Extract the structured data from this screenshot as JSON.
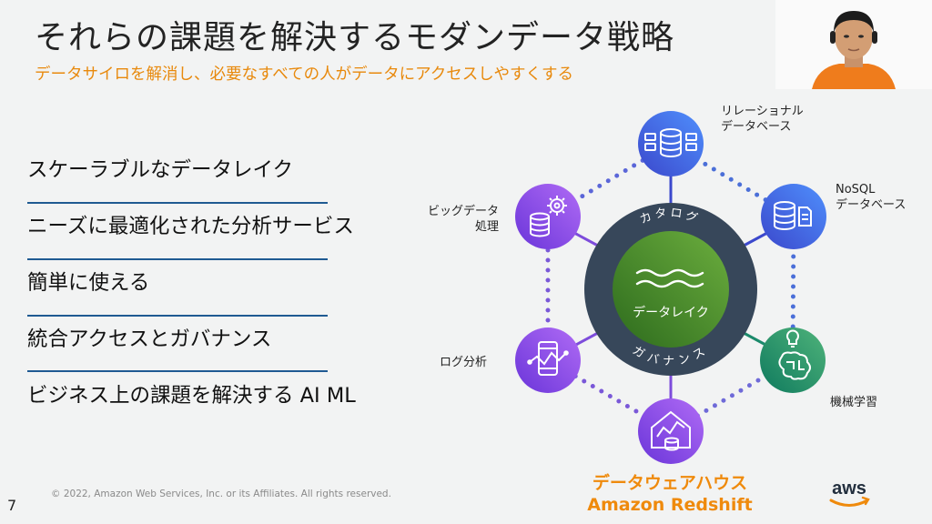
{
  "slide": {
    "title": "それらの課題を解決するモダンデータ戦略",
    "subtitle": "データサイロを解消し、必要なすべての人がデータにアクセスしやすくする",
    "page_number": "7",
    "copyright": "© 2022, Amazon Web Services, Inc. or its Affiliates. All rights reserved.",
    "aws_logo_text": "aws"
  },
  "list_items": [
    "スケーラブルなデータレイク",
    "ニーズに最適化された分析サービス",
    "簡単に使える",
    "統合アクセスとガバナンス",
    "ビジネス上の課題を解決する AI ML"
  ],
  "diagram": {
    "ring_top_label": "カタログ",
    "ring_bottom_label": "ガバナンス",
    "center_label": "データレイク",
    "nodes": {
      "relational": {
        "line1": "リレーショナル",
        "line2": "データベース",
        "icon": "database-icon"
      },
      "nosql": {
        "line1": "NoSQL",
        "line2": "データベース",
        "icon": "database-document-icon"
      },
      "ml": {
        "line1": "機械学習",
        "icon": "brain-lightbulb-icon"
      },
      "warehouse": {
        "line1": "データウェアハウス",
        "line2": "Amazon Redshift",
        "icon": "warehouse-icon"
      },
      "log": {
        "line1": "ログ分析",
        "icon": "mobile-chart-icon"
      },
      "bigdata": {
        "line1": "ビッグデータ",
        "line2": "処理",
        "icon": "gear-database-icon"
      }
    },
    "colors": {
      "relational": "#3b48cc",
      "nosql": "#3b48cc",
      "ml": "#1b8a6b",
      "warehouse": "#7d4cdb",
      "log": "#7d4cdb",
      "bigdata": "#7d4cdb",
      "ring": "#37475a",
      "center": "#3f8624",
      "accent": "#ef8a0c"
    }
  }
}
